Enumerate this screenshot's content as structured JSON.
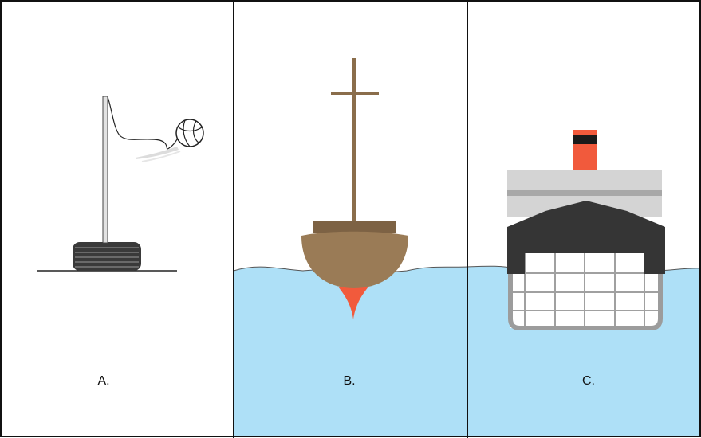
{
  "panels": [
    {
      "label": "A.",
      "icon": "tetherball-icon"
    },
    {
      "label": "B.",
      "icon": "sailboat-hull-icon"
    },
    {
      "label": "C.",
      "icon": "cargo-ship-hull-icon"
    }
  ],
  "colors": {
    "water": "#aee0f7",
    "border": "#111111",
    "wood_hull": "#9a7b56",
    "wood_dark": "#7d6244",
    "keel": "#f15a3c",
    "ship_hull": "#353535",
    "deck": "#d4d4d4",
    "funnel": "#f15a3c",
    "tire": "#3a3a3a"
  }
}
